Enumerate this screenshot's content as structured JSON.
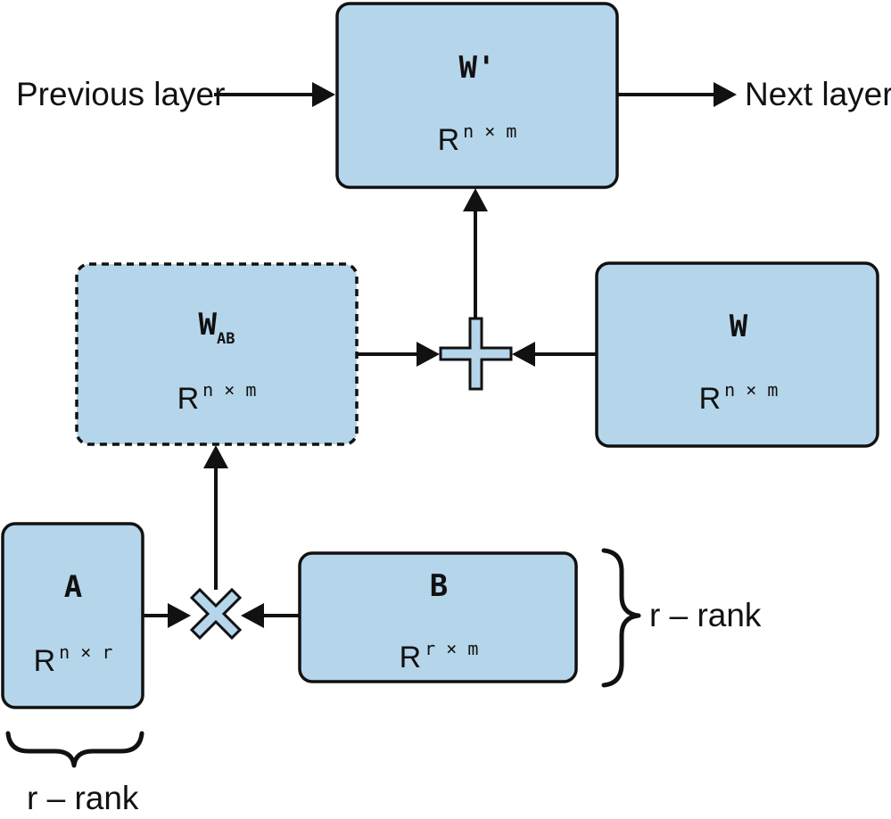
{
  "nodes": {
    "w_prime": {
      "title": "W'",
      "dim_base": "R",
      "dim_sup": "n × m"
    },
    "w_ab": {
      "title": "W",
      "title_sub": "AB",
      "dim_base": "R",
      "dim_sup": "n × m"
    },
    "w": {
      "title": "W",
      "dim_base": "R",
      "dim_sup": "n × m"
    },
    "a": {
      "title": "A",
      "dim_base": "R",
      "dim_sup": "n × r"
    },
    "b": {
      "title": "B",
      "dim_base": "R",
      "dim_sup": "r × m"
    }
  },
  "labels": {
    "previous_layer": "Previous layer",
    "next_layer": "Next layer",
    "rank_right": "r – rank",
    "rank_bottom": "r – rank"
  },
  "operators": {
    "add": "plus-operator-icon",
    "multiply": "multiply-operator-icon"
  },
  "colors": {
    "box_fill": "#b5d5ea",
    "stroke": "#111111"
  }
}
